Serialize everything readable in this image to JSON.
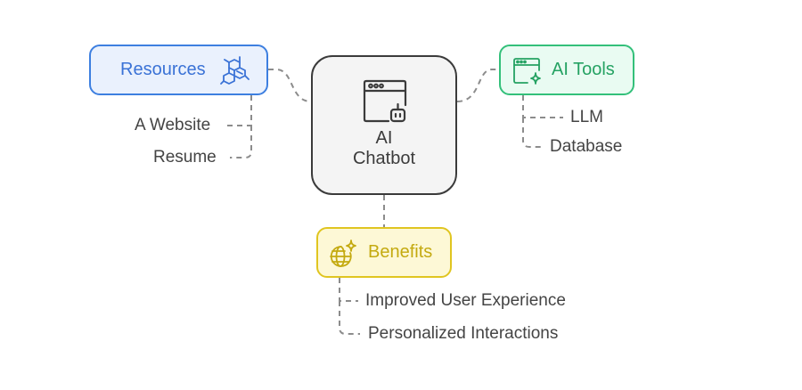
{
  "diagram": {
    "center": {
      "line1": "AI",
      "line2": "Chatbot",
      "icon": "browser-robot-icon",
      "border_color": "#3b3b3b",
      "fill_color": "#f4f4f4"
    },
    "branches": {
      "resources": {
        "label": "Resources",
        "icon": "molecule-icon",
        "color": "#3d7fe0",
        "fill": "#eaf1fd",
        "children": [
          "A Website",
          "Resume"
        ]
      },
      "ai_tools": {
        "label": "AI Tools",
        "icon": "browser-sparkle-icon",
        "color": "#33c07a",
        "fill": "#e9fbf2",
        "children": [
          "LLM",
          "Database"
        ]
      },
      "benefits": {
        "label": "Benefits",
        "icon": "globe-sparkle-icon",
        "color": "#e0c520",
        "fill": "#fdf8d6",
        "children": [
          "Improved User Experience",
          "Personalized Interactions"
        ]
      }
    },
    "connector_color": "#8a8a8a"
  }
}
